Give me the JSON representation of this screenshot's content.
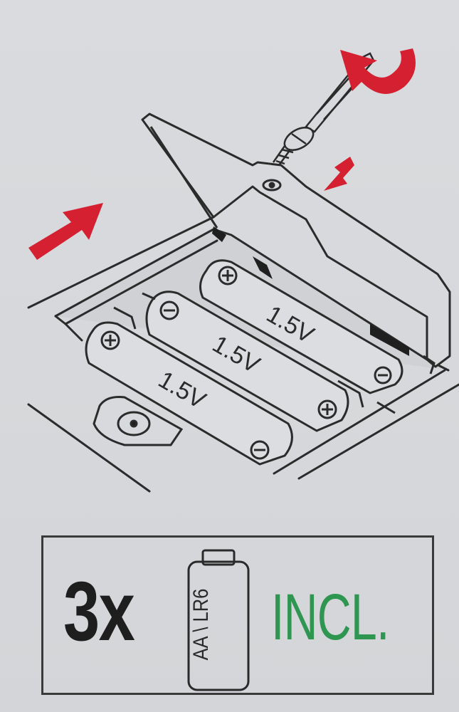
{
  "diagram": {
    "batteries": [
      {
        "voltage": "1.5V"
      },
      {
        "voltage": "1.5V"
      },
      {
        "voltage": "1.5V"
      }
    ],
    "arrows": {
      "insert_arrow_icon": "arrow-icon",
      "screw_arrow_icon": "arrow-icon",
      "rotate_arrow_icon": "rotate-arrow-icon",
      "arrow_color": "#d42030"
    }
  },
  "info_box": {
    "count": "3x",
    "battery_type": "AA \\ LR6",
    "included": "INCL.",
    "included_color": "#2e9651"
  }
}
